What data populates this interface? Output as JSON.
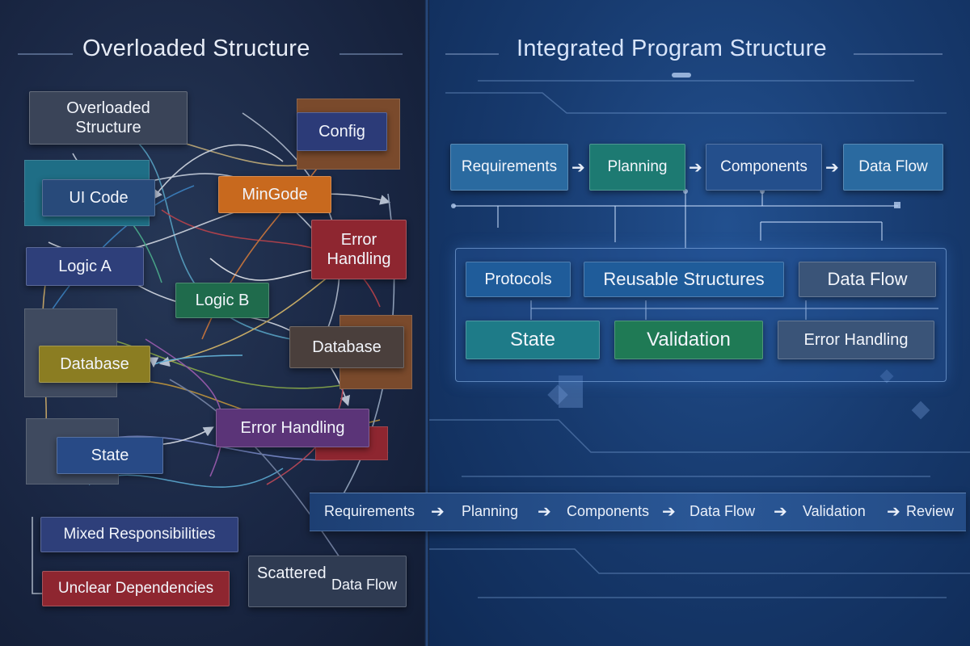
{
  "left": {
    "title": "Overloaded Structure",
    "boxes": {
      "overloaded_structure": "Overloaded\nStructure",
      "config": "Config",
      "ui_code": "UI Code",
      "min_code": "MinGode",
      "error_handling_top": "Error\nHandling",
      "logic_a": "Logic A",
      "logic_b": "Logic B",
      "database_right": "Database",
      "database_left": "Database",
      "error_handling_bottom": "Error Handling",
      "state": "State",
      "mixed_responsibilities": "Mixed Responsibilities",
      "unclear_dependencies": "Unclear Dependencies",
      "scattered": "Scattered",
      "data_flow": "Data Flow"
    }
  },
  "right": {
    "title": "Integrated Program Structure",
    "pipeline": [
      "Requirements",
      "Planning",
      "Components",
      "Data Flow"
    ],
    "modules": {
      "protocols": "Protocols",
      "reusable_structures": "Reusable Structures",
      "data_flow": "Data Flow",
      "state": "State",
      "validation": "Validation",
      "error_handling": "Error Handling"
    }
  },
  "flow_strip": [
    "Requirements",
    "Planning",
    "Components",
    "Data Flow",
    "Validation",
    "Review"
  ],
  "colors": {
    "navy": "#2a3f78",
    "teal": "#1f6e86",
    "orange": "#c8691e",
    "red": "#8e2630",
    "green": "#1f6b4c",
    "olive": "#8b7d22",
    "purple": "#5b3478",
    "brown": "#7a4a2c",
    "slate": "#3f4a5f"
  }
}
